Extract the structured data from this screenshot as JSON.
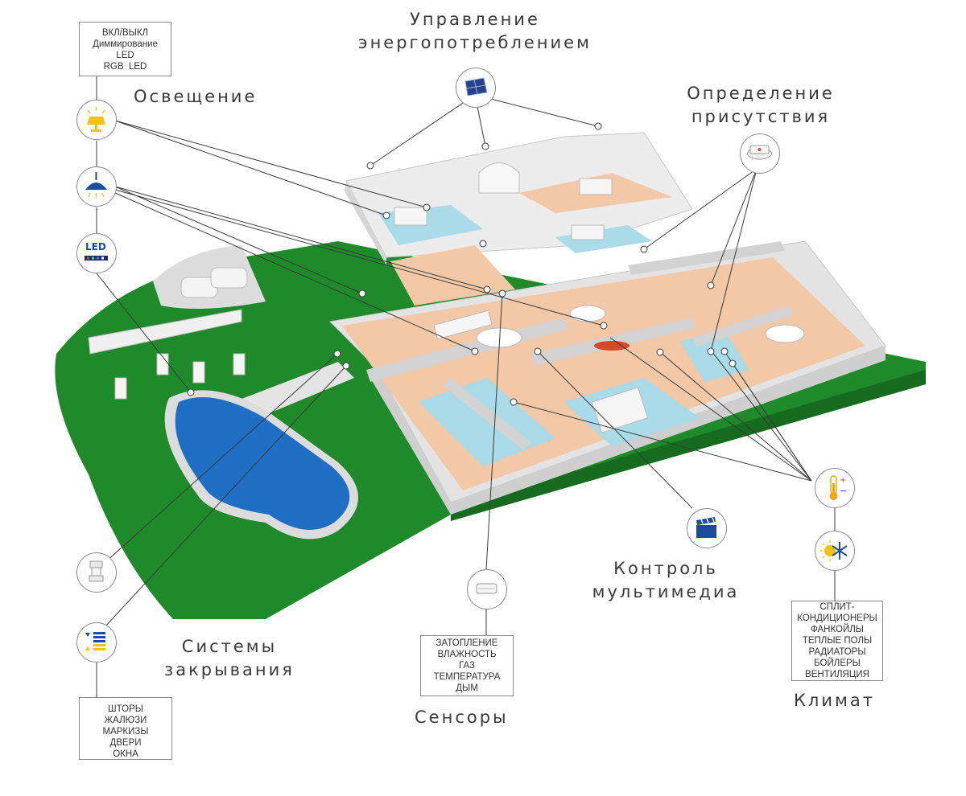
{
  "titles": {
    "energy": "Управление\nэнергопотреблением",
    "lighting": "Освещение",
    "presence": "Определение\nприсутствия",
    "closing": "Системы\nзакрывания",
    "sensors": "Сенсоры",
    "multimedia": "Контроль\nмультимедиа",
    "climate": "Климат"
  },
  "lists": {
    "lighting": [
      "ВКЛ/ВЫКЛ",
      "Диммирование",
      "LED",
      "RGB  LED"
    ],
    "sensors": [
      "ЗАТОПЛЕНИЕ",
      "ВЛАЖНОСТЬ",
      "ГАЗ",
      "ТЕМПЕРАТУРА",
      "ДЫМ"
    ],
    "climate": [
      "СПЛИТ-",
      "КОНДИЦИОНЕРЫ",
      "ФАНКОЙЛЫ",
      "ТЕПЛЫЕ ПОЛЫ",
      "РАДИАТОРЫ",
      "БОЙЛЕРЫ",
      "ВЕНТИЛЯЦИЯ"
    ],
    "closing": [
      "ШТОРЫ",
      "ЖАЛЮЗИ",
      "МАРКИЗЫ",
      "ДВЕРИ",
      "ОКНА"
    ]
  },
  "icons": {
    "solar": "solar-panel-icon",
    "lamp": "table-lamp-icon",
    "pendant": "pendant-lamp-icon",
    "led": "led-strip-icon",
    "led_label": "LED",
    "presence": "presence-sensor-icon",
    "motor": "motor-drive-icon",
    "blinds": "blinds-icon",
    "sensor": "smoke-sensor-icon",
    "multimedia": "clapperboard-icon",
    "thermometer": "thermometer-icon",
    "climate": "sun-snowflake-icon"
  },
  "colors": {
    "lawn": "#1f8a2a",
    "pool": "#1f6fc4",
    "floor": "#f2c8a6",
    "tile": "#a9dbe8",
    "wall": "#e3e3e3"
  }
}
